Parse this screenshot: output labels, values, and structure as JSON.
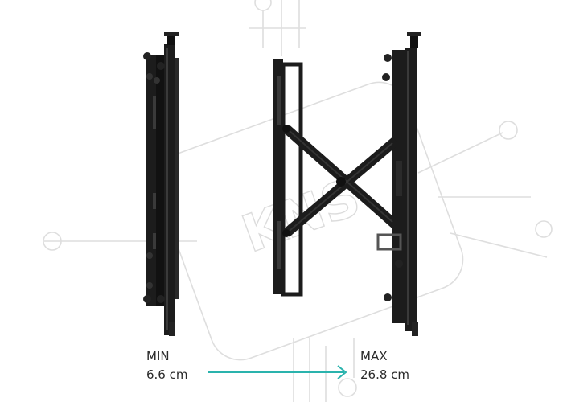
{
  "image": {
    "subject": "video-wall-mount-folded-and-extended",
    "watermark_text": "KNS"
  },
  "min": {
    "label": "MIN",
    "value": "6.6 cm"
  },
  "max": {
    "label": "MAX",
    "value": "26.8 cm"
  },
  "colors": {
    "background": "#ffffff",
    "metal": "#1c1c1c",
    "metal_highlight": "#3a3a3a",
    "arrow": "#2ab3ad",
    "watermark": "#d9d9d9",
    "text": "#2b2b2b"
  }
}
